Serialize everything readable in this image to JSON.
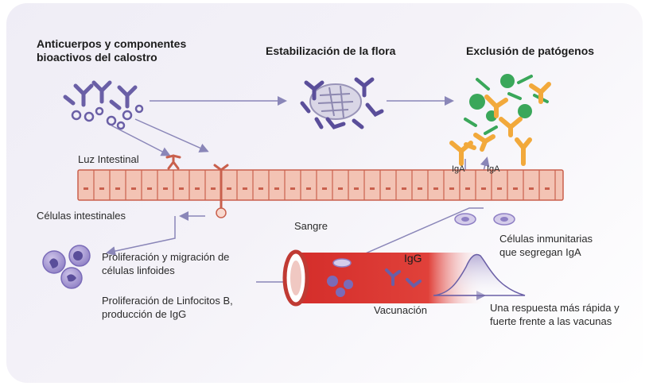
{
  "headings": {
    "colostrum_line1": "Anticuerpos y componentes",
    "colostrum_line2": "bioactivos del calostro",
    "flora": "Estabilización de la flora",
    "pathogens": "Exclusión de patógenos"
  },
  "labels": {
    "intestinal_lumen": "Luz Intestinal",
    "intestinal_cells": "Células intestinales",
    "blood": "Sangre",
    "iga_left": "IgA",
    "iga_right": "IgA",
    "igg": "IgG",
    "immune_cells_line1": "Células inmunitarias",
    "immune_cells_line2": "que segregan IgA",
    "lymphoid_line1": "Proliferación y migración de",
    "lymphoid_line2": "células linfoides",
    "lymphocytes_line1": "Proliferación de Linfocitos B,",
    "lymphocytes_line2": "producción de IgG",
    "vaccination": "Vacunación",
    "faster_response_line1": "Una respuesta más rápida y",
    "faster_response_line2": "fuerte frente a las vacunas"
  },
  "colors": {
    "antibody_purple": "#6a5fa6",
    "pathogen_green": "#3aa75a",
    "iga_orange": "#f2a93b",
    "epithelium_fill": "#f3c3b4",
    "epithelium_stroke": "#c9604d",
    "vessel_red": "#d42d2a",
    "arrow_gray": "#8a86b8"
  }
}
